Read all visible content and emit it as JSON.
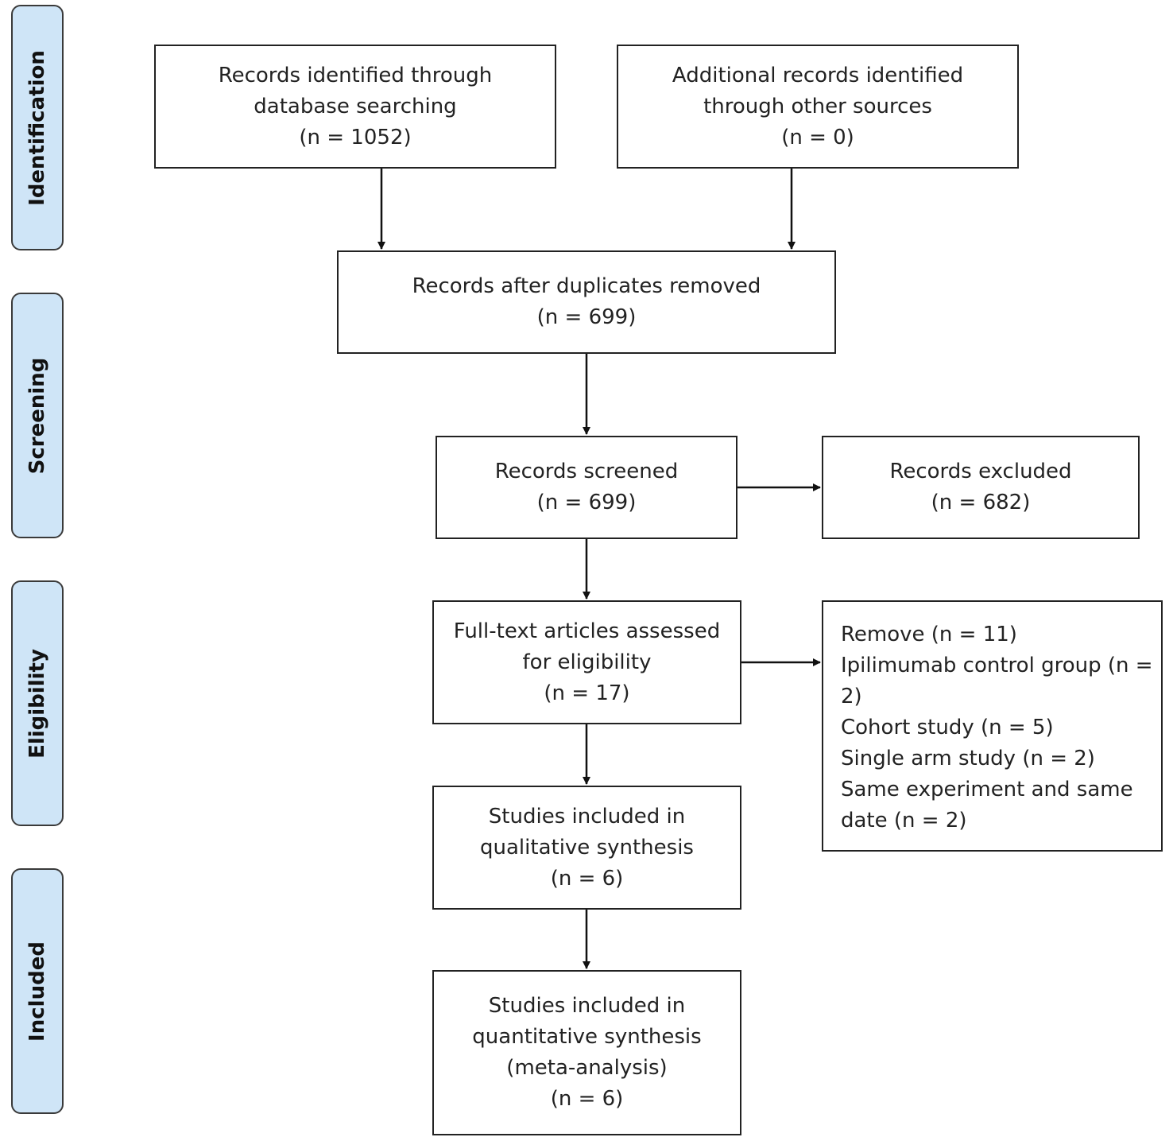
{
  "stages": {
    "identification": "Identification",
    "screening": "Screening",
    "eligibility": "Eligibility",
    "included": "Included"
  },
  "boxes": {
    "database": [
      "Records identified through",
      "database searching",
      "(n = 1052)"
    ],
    "other_sources": [
      "Additional records identified",
      "through other sources",
      "(n = 0)"
    ],
    "after_duplicates": [
      "Records after duplicates removed",
      "(n = 699)"
    ],
    "screened": [
      "Records screened",
      "(n = 699)"
    ],
    "excluded": [
      "Records excluded",
      "(n = 682)"
    ],
    "full_text": [
      "Full-text articles assessed",
      "for eligibility",
      "(n = 17)"
    ],
    "full_text_excluded": [
      "Remove (n = 11)",
      "Ipilimumab control group (n =",
      "2)",
      "Cohort study (n = 5)",
      "Single arm study (n = 2)",
      "Same experiment and same",
      "date (n = 2)"
    ],
    "qualitative": [
      "Studies included in",
      "qualitative synthesis",
      "(n = 6)"
    ],
    "quantitative": [
      "Studies included in",
      "quantitative synthesis",
      "(meta-analysis)",
      "(n = 6)"
    ]
  }
}
